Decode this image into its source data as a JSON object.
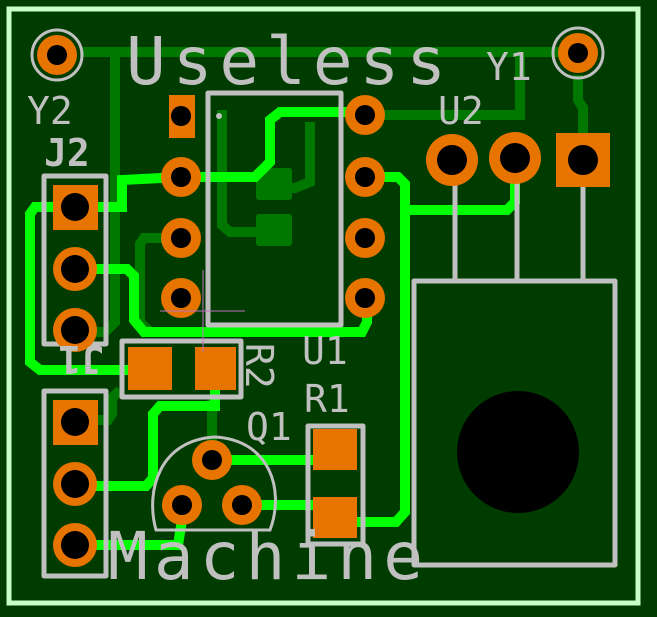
{
  "board": {
    "title_top": "Useless",
    "title_bottom": "Machine",
    "colors": {
      "background": "#003c00",
      "outline": "#c8ffc8",
      "trace_top": "#00ff00",
      "trace_bottom": "#007800",
      "pad": "#e87400",
      "silkscreen": "#c0c0c0",
      "hole": "#000000"
    }
  },
  "components": {
    "y1": "Y1",
    "y2": "Y2",
    "u1": "U1",
    "u2": "U2",
    "j1": "J1",
    "j2": "J2",
    "r1": "R1",
    "r2": "R2",
    "q1": "Q1"
  }
}
